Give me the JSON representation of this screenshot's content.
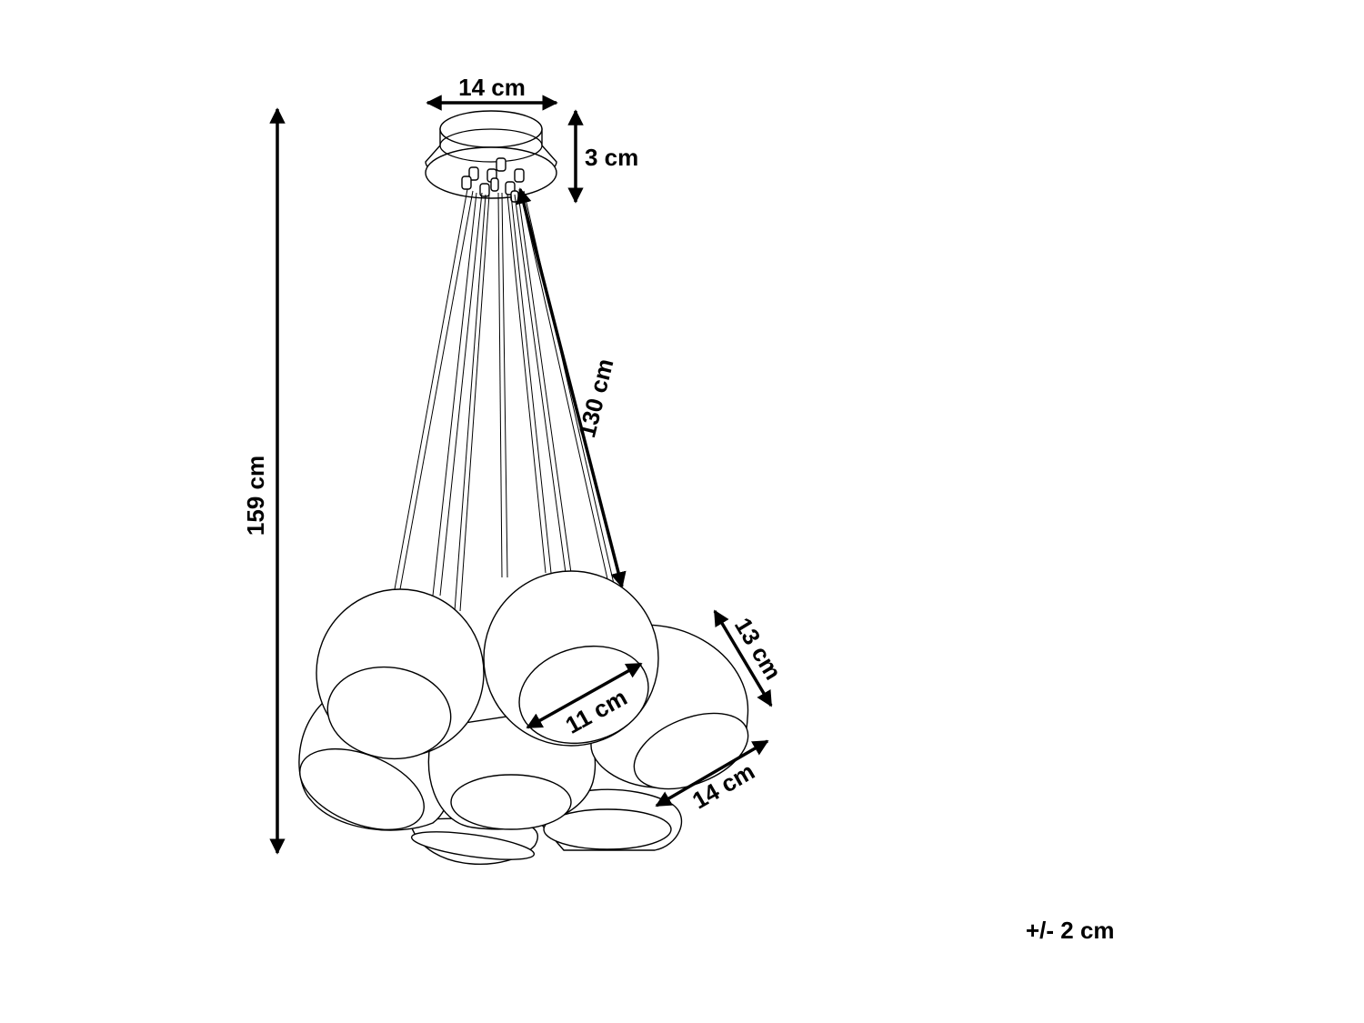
{
  "dimensions": {
    "canopy_width": "14 cm",
    "canopy_height": "3 cm",
    "total_height": "159 cm",
    "cord_length": "130 cm",
    "shade_opening": "11 cm",
    "shade_height": "13 cm",
    "shade_width": "14 cm"
  },
  "tolerance": "+/- 2 cm",
  "colors": {
    "line": "#000000",
    "background": "#ffffff"
  }
}
